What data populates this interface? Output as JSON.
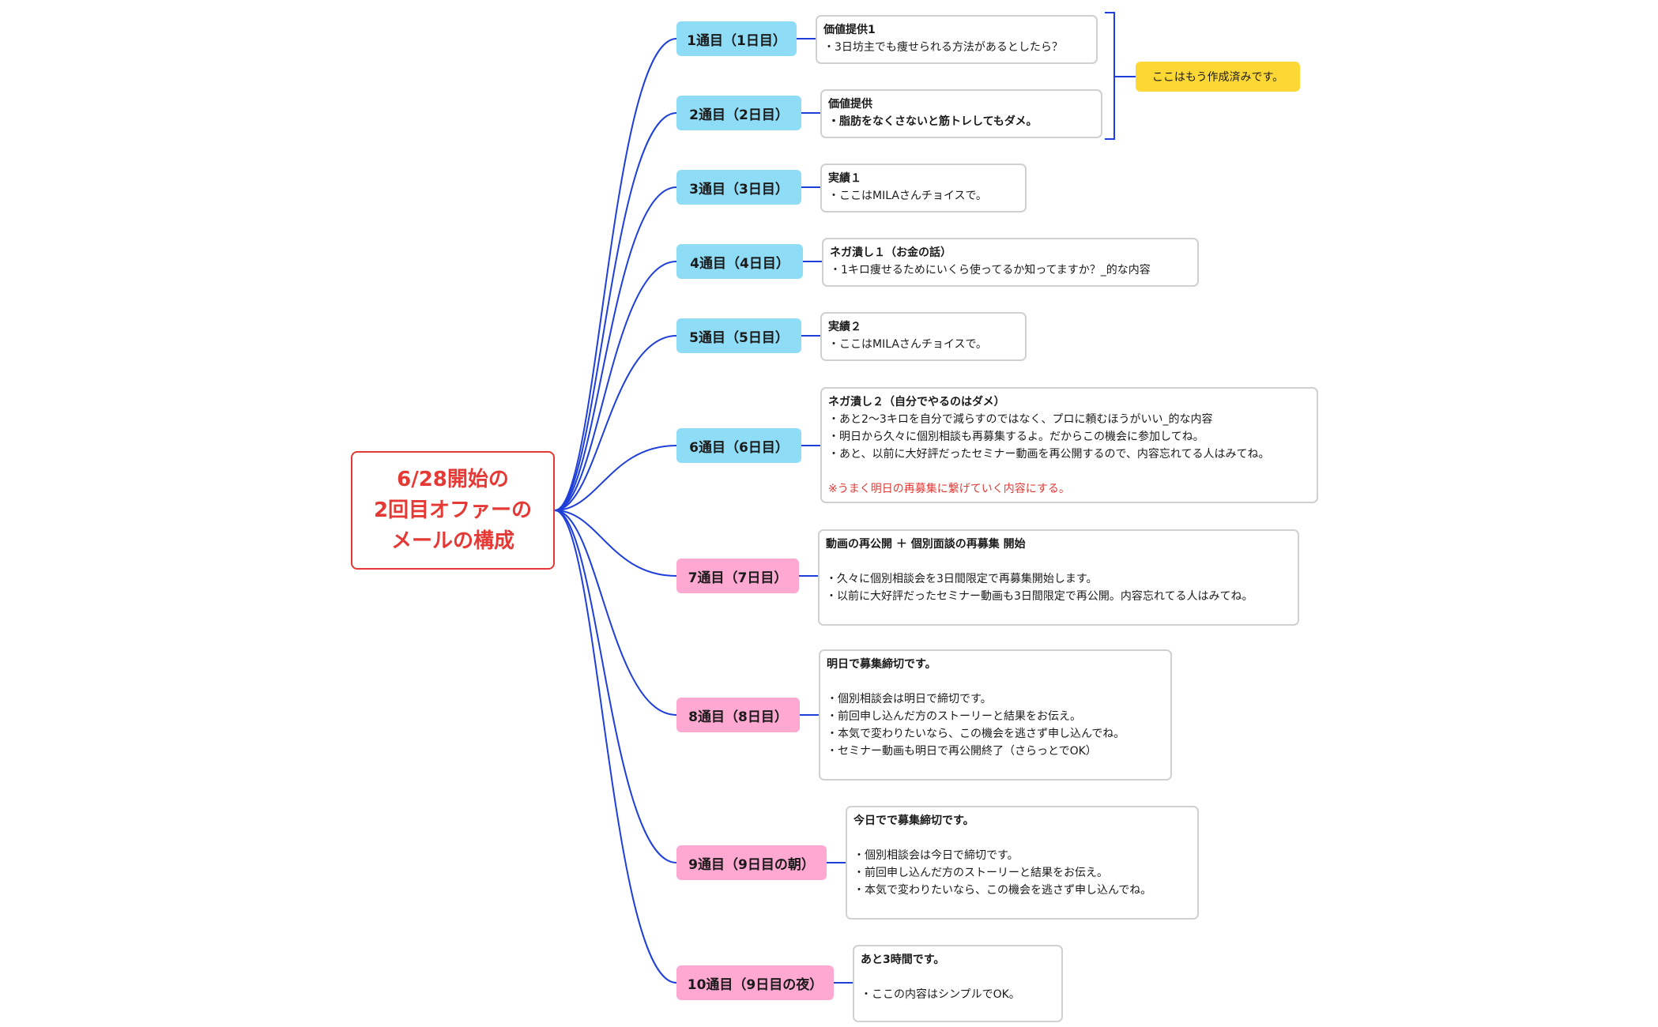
{
  "root": {
    "lines": [
      "6/28開始の",
      "2回目オファーの",
      "メールの構成"
    ]
  },
  "note": {
    "label": "ここはもう作成済みです。",
    "color": "#fdd835"
  },
  "colors": {
    "line": "#1e3fd8",
    "root": "#e53935",
    "blue": "#8fdcf7",
    "pink": "#ffa8d2"
  },
  "emails": [
    {
      "label": "1通目（1日目）",
      "color": "blue",
      "title": "価値提供1",
      "lines": [
        {
          "text": "・3日坊主でも痩せられる方法があるとしたら？"
        }
      ]
    },
    {
      "label": "2通目（2日目）",
      "color": "blue",
      "title": "価値提供",
      "lines": [
        {
          "text": "・脂肪をなくさないと筋トレしてもダメ。",
          "style": "bold"
        }
      ]
    },
    {
      "label": "3通目（3日目）",
      "color": "blue",
      "title": "実績１",
      "lines": [
        {
          "text": "・ここはMILAさんチョイスで。"
        }
      ]
    },
    {
      "label": "4通目（4日目）",
      "color": "blue",
      "title": "ネガ潰し１（お金の話）",
      "lines": [
        {
          "text": "・1キロ痩せるためにいくら使ってるか知ってますか？_的な内容"
        }
      ]
    },
    {
      "label": "5通目（5日目）",
      "color": "blue",
      "title": "実績２",
      "lines": [
        {
          "text": "・ここはMILAさんチョイスで。"
        }
      ]
    },
    {
      "label": "6通目（6日目）",
      "color": "blue",
      "title": "ネガ潰し２（自分でやるのはダメ）",
      "lines": [
        {
          "text": "・あと2〜3キロを自分で減らすのではなく、プロに頼むほうがいい_的な内容"
        },
        {
          "text": "・明日から久々に個別相談も再募集するよ。だからこの機会に参加してね。"
        },
        {
          "text": "・あと、以前に大好評だったセミナー動画を再公開するので、内容忘れてる人はみてね。"
        },
        {
          "text": ""
        },
        {
          "text": "※うまく明日の再募集に繋げていく内容にする。",
          "style": "red"
        }
      ]
    },
    {
      "label": "7通目（7日目）",
      "color": "pink",
      "title": "動画の再公開 ＋ 個別面談の再募集 開始",
      "lines": [
        {
          "text": ""
        },
        {
          "text": "・久々に個別相談会を3日間限定で再募集開始します。"
        },
        {
          "text": "・以前に大好評だったセミナー動画も3日間限定で再公開。内容忘れてる人はみてね。"
        }
      ]
    },
    {
      "label": "8通目（8日目）",
      "color": "pink",
      "title": "明日で募集締切です。",
      "lines": [
        {
          "text": ""
        },
        {
          "text": "・個別相談会は明日で締切です。"
        },
        {
          "text": "・前回申し込んだ方のストーリーと結果をお伝え。"
        },
        {
          "text": "・本気で変わりたいなら、この機会を逃さず申し込んでね。"
        },
        {
          "text": "・セミナー動画も明日で再公開終了（さらっとでOK）"
        }
      ]
    },
    {
      "label": "9通目（9日目の朝）",
      "color": "pink",
      "title": "今日でで募集締切です。",
      "lines": [
        {
          "text": ""
        },
        {
          "text": "・個別相談会は今日で締切です。"
        },
        {
          "text": "・前回申し込んだ方のストーリーと結果をお伝え。"
        },
        {
          "text": "・本気で変わりたいなら、この機会を逃さず申し込んでね。"
        }
      ]
    },
    {
      "label": "10通目（9日目の夜）",
      "color": "pink",
      "title": "あと3時間です。",
      "lines": [
        {
          "text": ""
        },
        {
          "text": "・ここの内容はシンプルでOK。"
        }
      ]
    }
  ]
}
